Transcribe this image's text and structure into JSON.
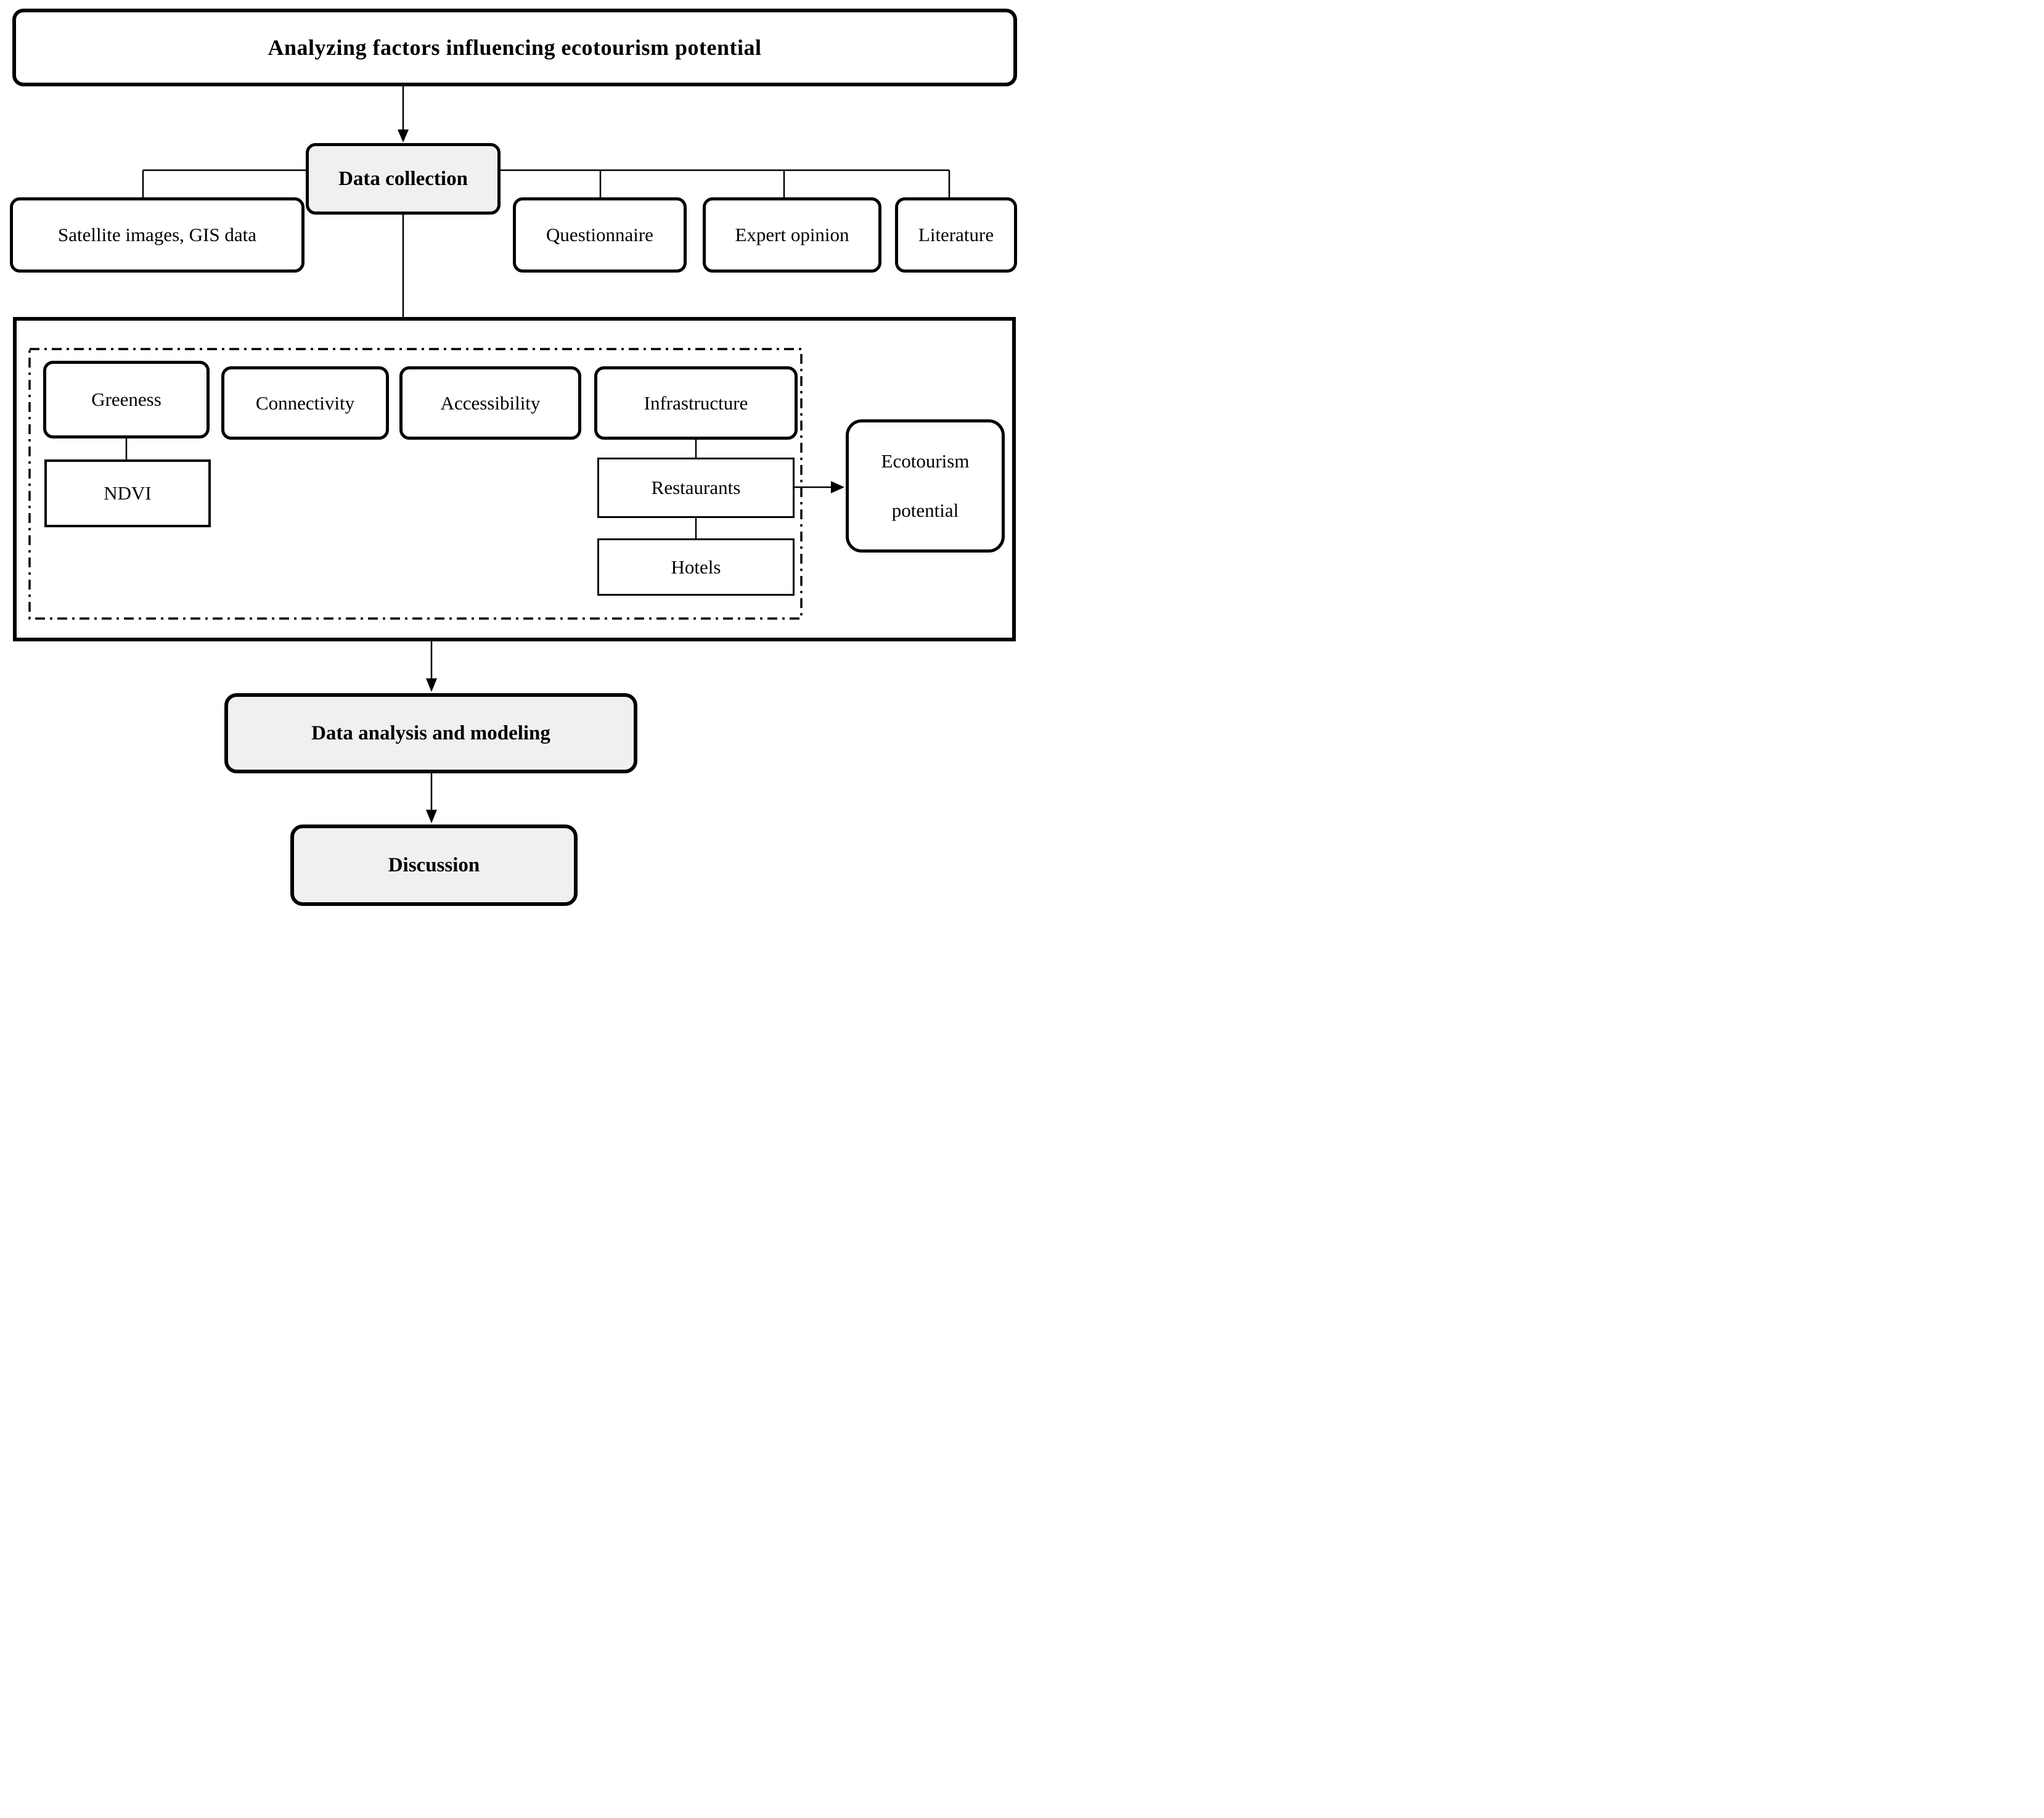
{
  "diagram": {
    "title": "Analyzing factors influencing ecotourism potential",
    "data_collection": "Data collection",
    "sources": [
      {
        "label": "Satellite images, GIS data"
      },
      {
        "label": "Questionnaire"
      },
      {
        "label": "Expert opinion"
      },
      {
        "label": "Literature"
      }
    ],
    "factors": [
      {
        "label": "Greeness"
      },
      {
        "label": "Connectivity"
      },
      {
        "label": "Accessibility"
      },
      {
        "label": "Infrastructure"
      }
    ],
    "sub_indicators": {
      "ndvi": "NDVI",
      "restaurants": "Restaurants",
      "hotels": "Hotels"
    },
    "outcome": {
      "line1": "Ecotourism",
      "line2": "potential"
    },
    "data_analysis": "Data analysis and modeling",
    "discussion": "Discussion"
  },
  "colors": {
    "stroke": "#000000",
    "box_fill": "#ffffff",
    "shaded_fill": "#f0f0f0",
    "background": "#ffffff"
  }
}
